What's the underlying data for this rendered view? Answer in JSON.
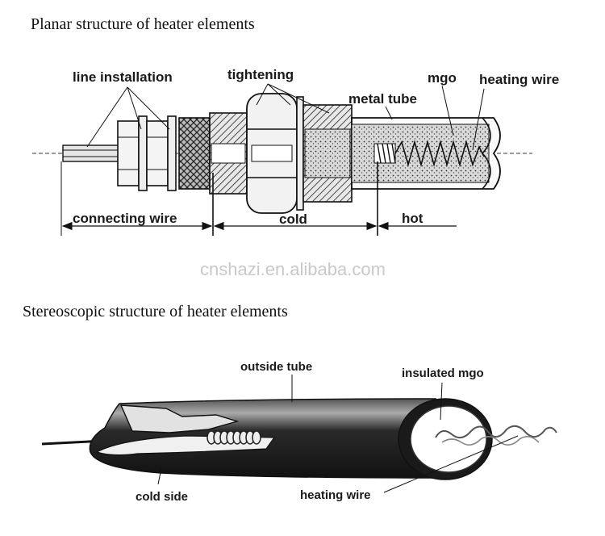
{
  "planar": {
    "title": "Planar structure of heater elements",
    "labels": {
      "line_installation": "line installation",
      "tightening": "tightening",
      "mgo": "mgo",
      "heating_wire": "heating wire",
      "metal_tube": "metal tube",
      "connecting_wire": "connecting wire",
      "cold": "cold",
      "hot": "hot"
    }
  },
  "watermark": "cnshazi.en.alibaba.com",
  "stereo": {
    "title": "Stereoscopic structure of heater elements",
    "labels": {
      "outside_tube": "outside tube",
      "insulated_mgo": "insulated mgo",
      "cold_side": "cold side",
      "heating_wire": "heating wire"
    }
  }
}
